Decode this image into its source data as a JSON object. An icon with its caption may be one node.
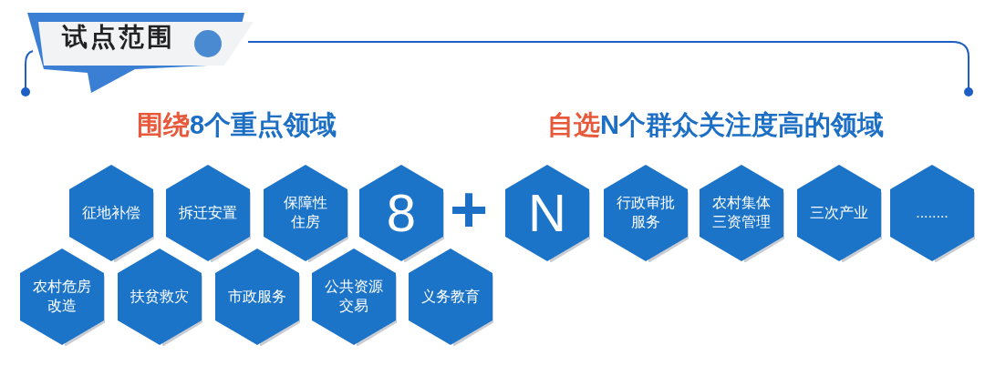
{
  "diagram": {
    "title": "试点范围",
    "nodes": [
      {
        "text": [
          "征地补偿"
        ]
      },
      {
        "text": [
          "拆迁安置"
        ]
      },
      {
        "text": [
          "保障性住房"
        ]
      },
      {
        "text": [
          "8"
        ]
      },
      {
        "text": [
          "N"
        ]
      },
      {
        "text": [
          "行政审批服务"
        ]
      },
      {
        "text": [
          "农村集体三资管理"
        ]
      },
      {
        "text": [
          "三次产业"
        ]
      },
      {
        "text": [
          "........"
        ]
      },
      {
        "text": [
          "农村危房改造"
        ]
      },
      {
        "text": [
          "扶贫救灾"
        ]
      },
      {
        "text": [
          "市政服务"
        ]
      },
      {
        "text": [
          "公共资源交易"
        ]
      },
      {
        "text": [
          "义务教育"
        ]
      }
    ],
    "labels": [
      "**围绕**8个重点领域",
      "**自选**N个群众关注度高的领域",
      "+"
    ]
  }
}
